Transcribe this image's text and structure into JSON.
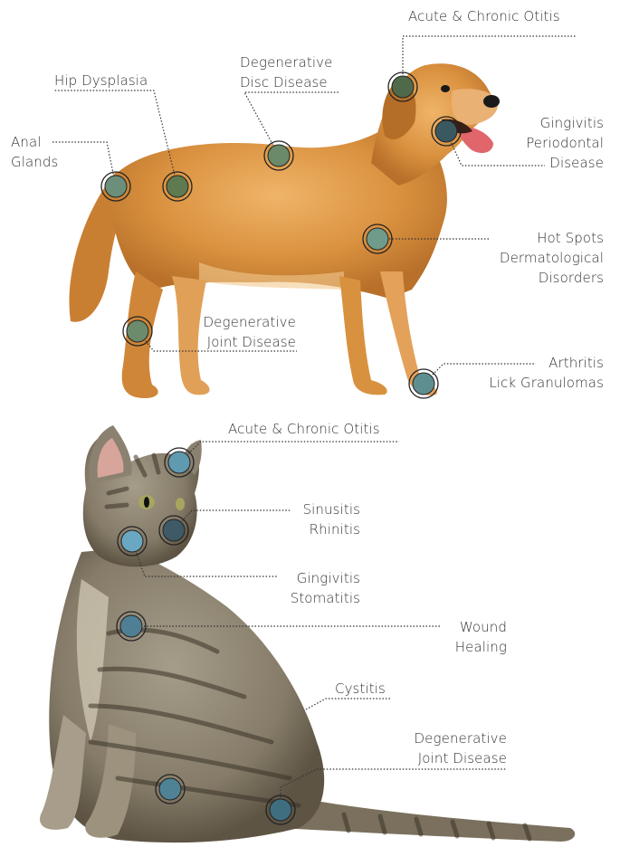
{
  "dog": {
    "labels": {
      "otitis": [
        "Acute & Chronic Otitis"
      ],
      "hip": [
        "Hip Dysplasia"
      ],
      "disc": [
        "Degenerative",
        "Disc Disease"
      ],
      "anal": [
        "Anal",
        "Glands"
      ],
      "gingivitis": [
        "Gingivitis",
        "Periodontal",
        "Disease"
      ],
      "hotspots": [
        "Hot Spots",
        "Dermatological",
        "Disorders"
      ],
      "joint": [
        "Degenerative",
        "Joint Disease"
      ],
      "arthritis": [
        "Arthritis",
        "Lick Granulomas"
      ]
    }
  },
  "cat": {
    "labels": {
      "otitis": [
        "Acute & Chronic Otitis"
      ],
      "sinusitis": [
        "Sinusitis",
        "Rhinitis"
      ],
      "gingivitis": [
        "Gingivitis",
        "Stomatitis"
      ],
      "wound": [
        "Wound",
        "Healing"
      ],
      "cystitis": [
        "Cystitis"
      ],
      "joint": [
        "Degenerative",
        "Joint Disease"
      ]
    }
  },
  "colors": {
    "marker_fill": "#5e9aa0",
    "marker_ring": "#222222",
    "leader": "#333333",
    "dog_fur": "#d9913f",
    "cat_fur": "#8b8271"
  }
}
